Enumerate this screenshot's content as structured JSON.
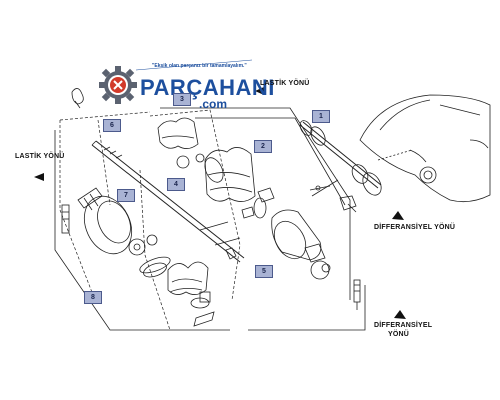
{
  "logo": {
    "name": "PARÇAHANI",
    "domain": ".com",
    "tagline": "\"Eksik olan parçanız bir tamamlayalım.\""
  },
  "callouts": [
    "1",
    "2",
    "3",
    "4",
    "5",
    "6",
    "7",
    "8"
  ],
  "directions": {
    "wheel_top": "LASTİK YÖNÜ",
    "wheel_left": "LASTİK YÖNÜ",
    "diff_right": "DİFFERANSİYEL YÖNÜ",
    "diff_bottom_1": "DİFFERANSİYEL",
    "diff_bottom_2": "YÖNÜ"
  },
  "colors": {
    "callout_fill": "#a9b3d4",
    "logo_blue": "#1d4f9e",
    "line": "#222222"
  }
}
